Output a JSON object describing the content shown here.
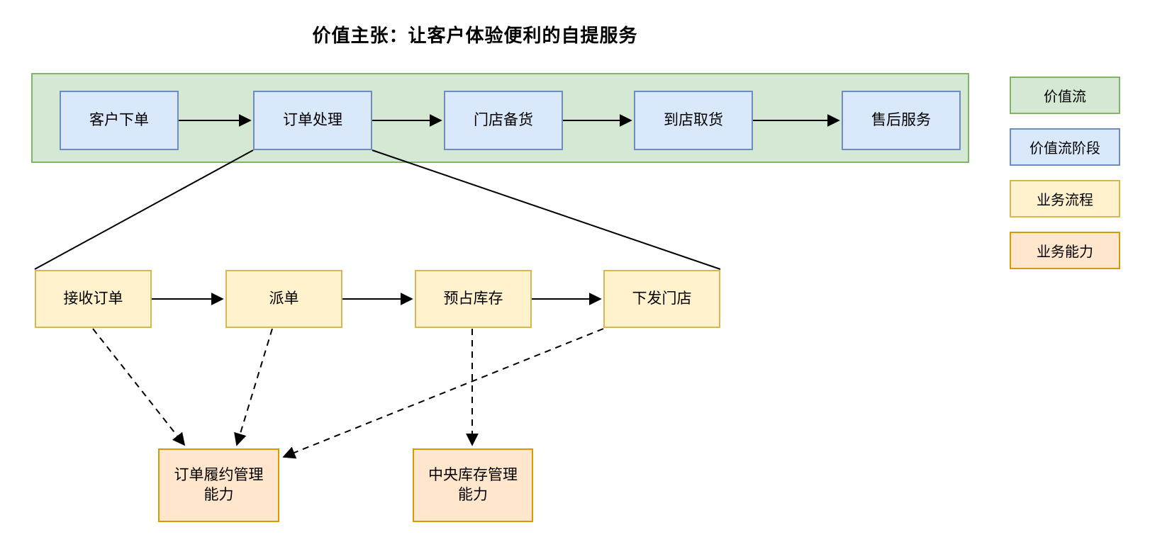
{
  "title": "价值主张：让客户体验便利的自提服务",
  "colors": {
    "value_stream_fill": "#D5E8D4",
    "value_stream_border": "#82B366",
    "stage_fill": "#DAE8FC",
    "stage_border": "#6C8EBF",
    "process_fill": "#FFF2CC",
    "process_border": "#D6B656",
    "capability_fill": "#FFE6CC",
    "capability_border": "#D79B00",
    "line_color": "#000000",
    "background": "#FFFFFF"
  },
  "value_stream": {
    "stages": [
      {
        "label": "客户下单"
      },
      {
        "label": "订单处理"
      },
      {
        "label": "门店备货"
      },
      {
        "label": "到店取货"
      },
      {
        "label": "售后服务"
      }
    ]
  },
  "business_process": {
    "steps": [
      {
        "label": "接收订单"
      },
      {
        "label": "派单"
      },
      {
        "label": "预占库存"
      },
      {
        "label": "下发门店"
      }
    ]
  },
  "capabilities": [
    {
      "label": "订单履约管理\n能力"
    },
    {
      "label": "中央库存管理\n能力"
    }
  ],
  "legend": {
    "items": [
      {
        "label": "价值流"
      },
      {
        "label": "价值流阶段"
      },
      {
        "label": "业务流程"
      },
      {
        "label": "业务能力"
      }
    ]
  },
  "connections": [
    {
      "from": "客户下单",
      "to": "订单处理",
      "style": "solid-arrow"
    },
    {
      "from": "订单处理",
      "to": "门店备货",
      "style": "solid-arrow"
    },
    {
      "from": "门店备货",
      "to": "到店取货",
      "style": "solid-arrow"
    },
    {
      "from": "到店取货",
      "to": "售后服务",
      "style": "solid-arrow"
    },
    {
      "from": "接收订单",
      "to": "派单",
      "style": "solid-arrow"
    },
    {
      "from": "派单",
      "to": "预占库存",
      "style": "solid-arrow"
    },
    {
      "from": "预占库存",
      "to": "下发门店",
      "style": "solid-arrow"
    },
    {
      "from": "订单处理",
      "to": "接收订单",
      "style": "expansion-line"
    },
    {
      "from": "订单处理",
      "to": "下发门店",
      "style": "expansion-line"
    },
    {
      "from": "接收订单",
      "to": "订单履约管理能力",
      "style": "dashed-arrow"
    },
    {
      "from": "派单",
      "to": "订单履约管理能力",
      "style": "dashed-arrow"
    },
    {
      "from": "下发门店",
      "to": "订单履约管理能力",
      "style": "dashed-arrow"
    },
    {
      "from": "预占库存",
      "to": "中央库存管理能力",
      "style": "dashed-arrow"
    }
  ]
}
